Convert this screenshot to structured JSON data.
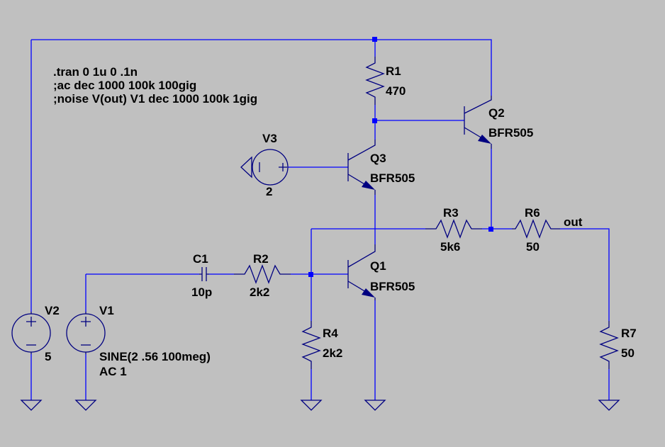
{
  "directives": [
    ".tran 0 1u 0 .1n",
    ";ac dec 1000 100k 100gig",
    ";noise V(out) V1 dec 1000 100k 1gig"
  ],
  "components": {
    "R1": {
      "name": "R1",
      "value": "470"
    },
    "R2": {
      "name": "R2",
      "value": "2k2"
    },
    "R3": {
      "name": "R3",
      "value": "5k6"
    },
    "R4": {
      "name": "R4",
      "value": "2k2"
    },
    "R6": {
      "name": "R6",
      "value": "50"
    },
    "R7": {
      "name": "R7",
      "value": "50"
    },
    "C1": {
      "name": "C1",
      "value": "10p"
    },
    "Q1": {
      "name": "Q1",
      "value": "BFR505"
    },
    "Q2": {
      "name": "Q2",
      "value": "BFR505"
    },
    "Q3": {
      "name": "Q3",
      "value": "BFR505"
    },
    "V1": {
      "name": "V1",
      "value": "SINE(2 .56 100meg)",
      "value2": "AC 1"
    },
    "V2": {
      "name": "V2",
      "value": "5"
    },
    "V3": {
      "name": "V3",
      "value": "2"
    }
  },
  "nets": {
    "out": "out"
  },
  "colors": {
    "background": "#c0c0c0",
    "wire": "#0000ff",
    "component": "#000080",
    "text": "#000000"
  }
}
